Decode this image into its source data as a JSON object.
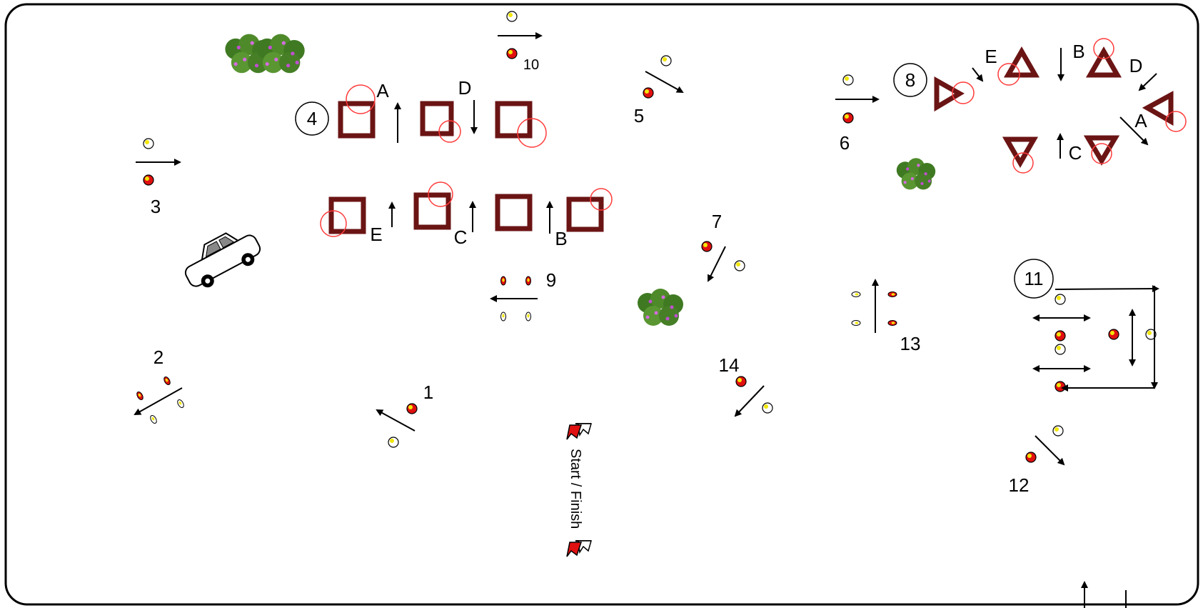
{
  "course": {
    "start_finish_label": "Start / Finish",
    "stations": [
      {
        "id": "1",
        "label": "1"
      },
      {
        "id": "2",
        "label": "2"
      },
      {
        "id": "3",
        "label": "3"
      },
      {
        "id": "4",
        "label": "4"
      },
      {
        "id": "5",
        "label": "5"
      },
      {
        "id": "6",
        "label": "6"
      },
      {
        "id": "7",
        "label": "7"
      },
      {
        "id": "8",
        "label": "8"
      },
      {
        "id": "9",
        "label": "9"
      },
      {
        "id": "10",
        "label": "10"
      },
      {
        "id": "11",
        "label": "11"
      },
      {
        "id": "12",
        "label": "12"
      },
      {
        "id": "13",
        "label": "13"
      },
      {
        "id": "14",
        "label": "14"
      }
    ],
    "box_labels": {
      "a": "A",
      "b": "B",
      "c": "C",
      "d": "D",
      "e": "E"
    },
    "triangle_labels": {
      "a": "A",
      "b": "B",
      "c": "C",
      "d": "D",
      "e": "E"
    }
  },
  "icons": [
    "car-icon",
    "bush-icon",
    "flag-icon",
    "cone-icon"
  ],
  "colors": {
    "obstacle": "#6b1414",
    "cone_red": "#e01010",
    "cone_yellow": "#f2e60a",
    "target_circle": "#ff3b3b",
    "bush_green": "#4f8a2a",
    "bush_flower": "#c04fd0"
  }
}
